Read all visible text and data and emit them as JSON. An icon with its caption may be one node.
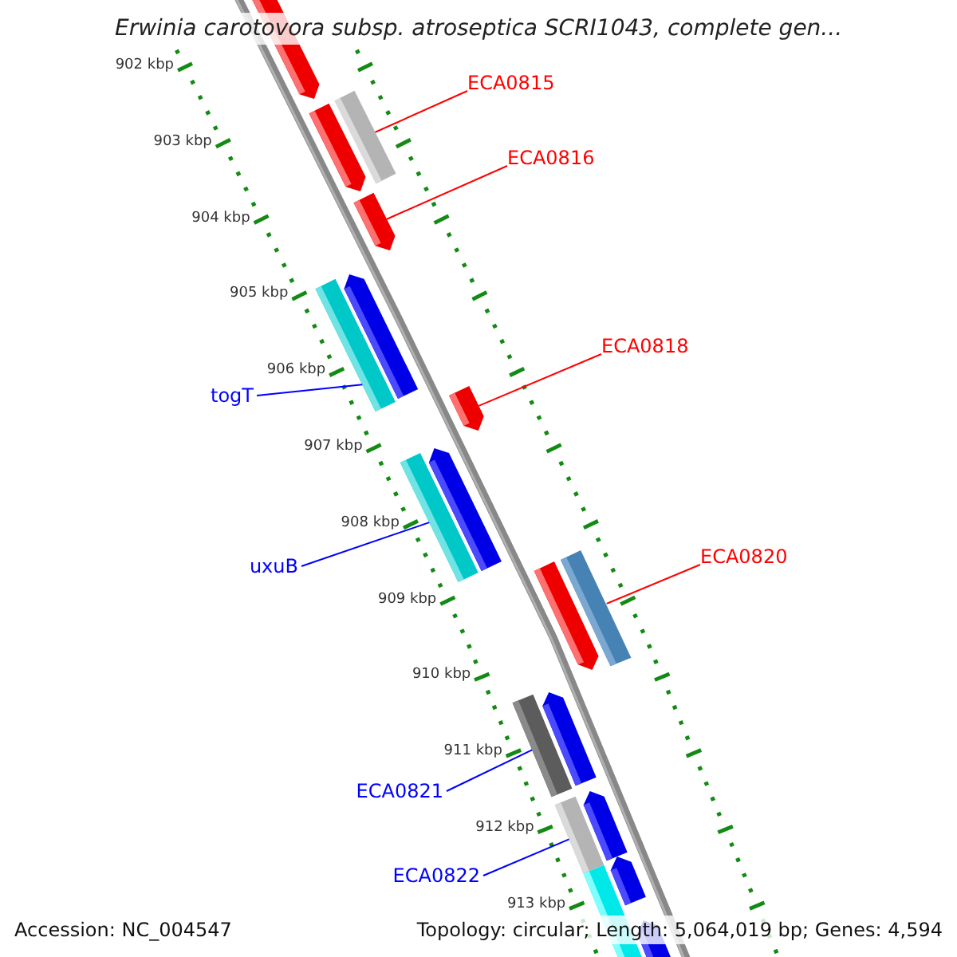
{
  "diagram": {
    "title": "Erwinia carotovora subsp. atroseptica SCRI1043, complete gen...",
    "nodes": [
      {
        "text": [
          "ECA0815"
        ]
      },
      {
        "text": [],
        "shape": "bar"
      },
      {
        "text": [
          "ECA0816"
        ]
      },
      {
        "text": [],
        "shape": "bar"
      },
      {
        "text": [],
        "shape": "bar"
      },
      {
        "text": [
          "togT"
        ]
      },
      {
        "text": [
          "ECA0818"
        ]
      },
      {
        "text": [],
        "shape": "bar"
      },
      {
        "text": [],
        "shape": "bar"
      },
      {
        "text": [
          "uxuB"
        ]
      },
      {
        "text": [
          "ECA0820"
        ]
      },
      {
        "text": [],
        "shape": "bar"
      },
      {
        "text": [],
        "shape": "bar"
      },
      {
        "text": [
          "ECA0821"
        ]
      },
      {
        "text": [],
        "shape": "bar"
      },
      {
        "text": [
          "ECA0822"
        ]
      }
    ],
    "edges": [
      {
        "from": 0,
        "to": 1,
        "arrow": "none"
      },
      {
        "from": 2,
        "to": 3,
        "arrow": "none"
      },
      {
        "from": 5,
        "to": 4,
        "arrow": "none",
        "color": "#0000ff"
      },
      {
        "from": 6,
        "to": 7,
        "arrow": "none"
      },
      {
        "from": 9,
        "to": 8,
        "arrow": "none",
        "color": "#0000ff"
      },
      {
        "from": 10,
        "to": 11,
        "arrow": "none"
      },
      {
        "from": 13,
        "to": 12,
        "arrow": "none",
        "color": "#0000ff"
      },
      {
        "from": 15,
        "to": 14,
        "arrow": "none",
        "color": "#0000ff"
      }
    ],
    "labels": [
      "902 kbp",
      "903 kbp",
      "904 kbp",
      "905 kbp",
      "906 kbp",
      "907 kbp",
      "908 kbp",
      "909 kbp",
      "910 kbp",
      "911 kbp",
      "912 kbp",
      "913 kbp",
      "Accession: NC_004547",
      "Topology: circular; Length: 5,064,019 bp; Genes: 4,594"
    ]
  }
}
